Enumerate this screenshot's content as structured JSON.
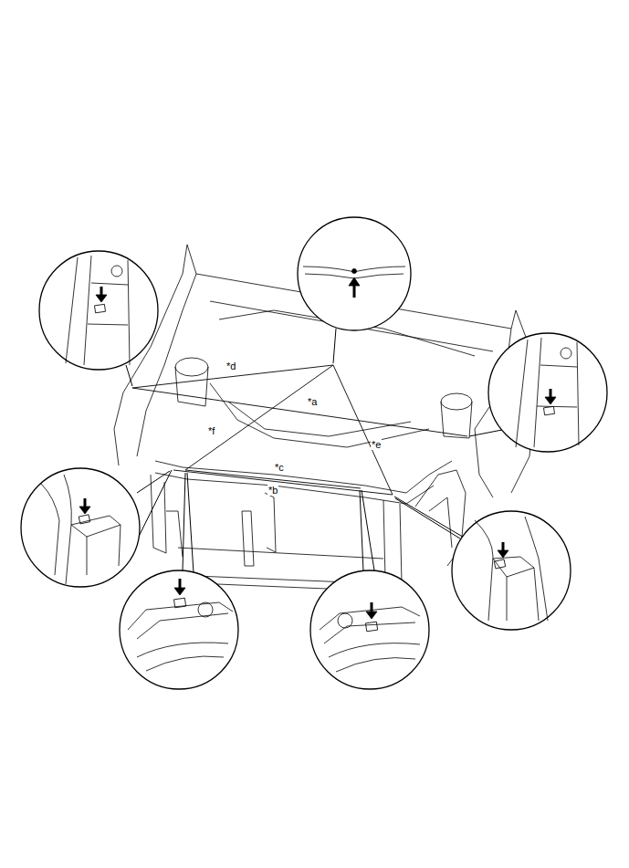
{
  "diagram": {
    "labels": [
      "*d",
      "*a",
      "*f",
      "*c",
      "*b",
      "*e"
    ]
  }
}
